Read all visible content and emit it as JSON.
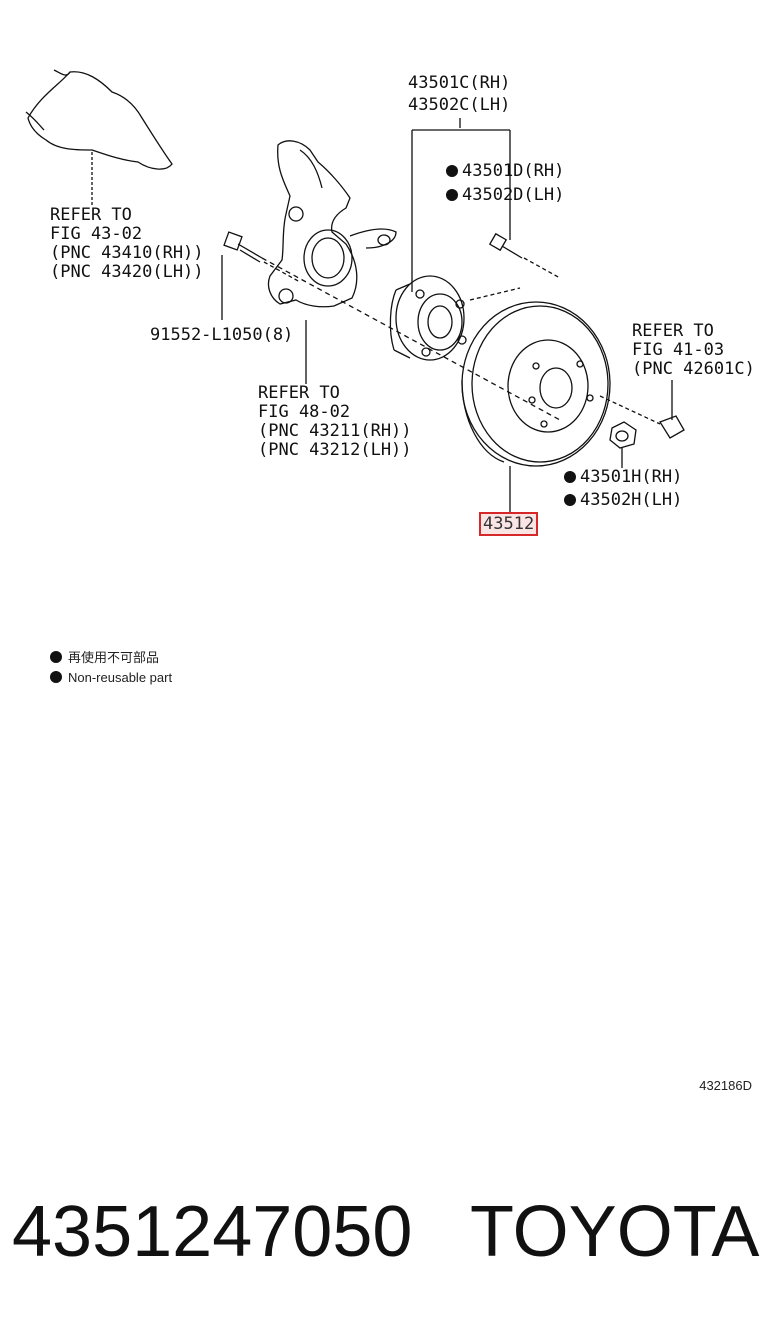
{
  "labels": {
    "hub_assy": [
      "43501C(RH)",
      "43502C(LH)"
    ],
    "hub_bolt": [
      "43501D(RH)",
      "43502D(LH)"
    ],
    "ref_fig_43_02": [
      "REFER TO",
      "FIG 43-02",
      "(PNC 43410(RH))",
      "(PNC 43420(LH))"
    ],
    "bolt_91552": "91552-L1050(8)",
    "ref_fig_48_02": [
      "REFER TO",
      "FIG 48-02",
      "(PNC 43211(RH))",
      "(PNC 43212(LH))"
    ],
    "ref_fig_41_03": [
      "REFER TO",
      "FIG 41-03",
      "(PNC 42601C)"
    ],
    "hub_nut": [
      "43501H(RH)",
      "43502H(LH)"
    ],
    "disc": "43512"
  },
  "legend": {
    "jp": "再使用不可部品",
    "en": "Non-reusable part"
  },
  "diagram_code": "432186D",
  "part_number": "4351247050",
  "brand": "TOYOTA",
  "colors": {
    "highlight": "#d62828",
    "line": "#111111"
  }
}
